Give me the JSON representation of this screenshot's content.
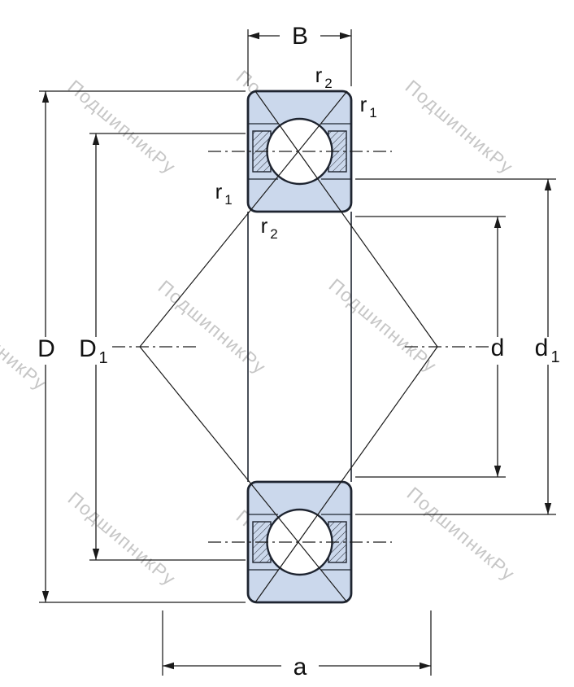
{
  "watermark": {
    "text": "ПодшипникРу"
  },
  "colors": {
    "ring_fill": "#cbd8ec",
    "outline": "#1e2430",
    "line": "#1a1a1a",
    "text": "#111111",
    "watermark": "#c6c6c6"
  },
  "labels": {
    "width": {
      "base": "B"
    },
    "outer_diameter": {
      "base": "D"
    },
    "outer_shoulder": {
      "base": "D",
      "sub": "1"
    },
    "bore": {
      "base": "d"
    },
    "inner_shoulder": {
      "base": "d",
      "sub": "1"
    },
    "axial_distance": {
      "base": "a"
    },
    "fillet_r1": {
      "base": "r",
      "sub": "1"
    },
    "fillet_r2": {
      "base": "r",
      "sub": "2"
    }
  }
}
